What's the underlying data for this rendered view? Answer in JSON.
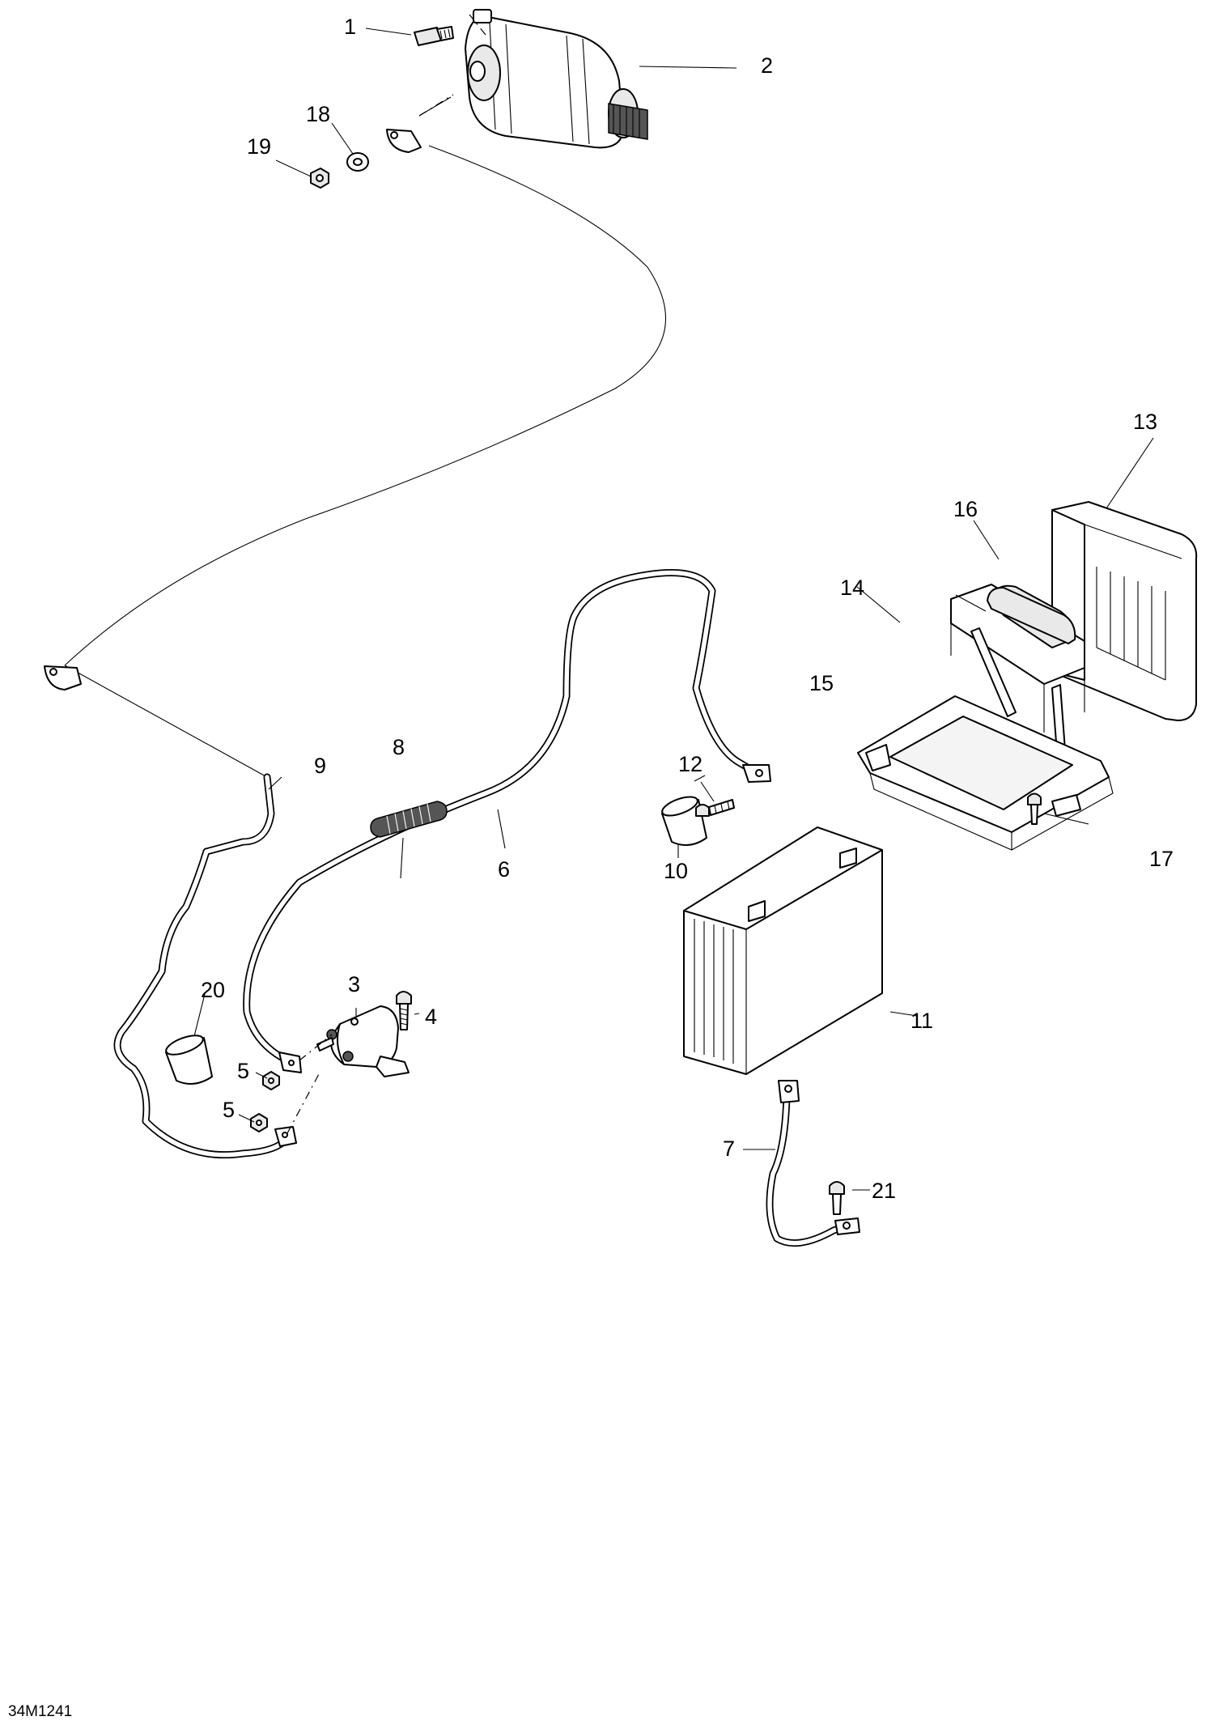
{
  "figure": {
    "reference_code": "34M1241"
  },
  "callouts": [
    {
      "id": "1",
      "label": "1"
    },
    {
      "id": "2",
      "label": "2"
    },
    {
      "id": "3",
      "label": "3"
    },
    {
      "id": "4",
      "label": "4"
    },
    {
      "id": "5a",
      "label": "5"
    },
    {
      "id": "5b",
      "label": "5"
    },
    {
      "id": "6",
      "label": "6"
    },
    {
      "id": "7",
      "label": "7"
    },
    {
      "id": "8",
      "label": "8"
    },
    {
      "id": "9",
      "label": "9"
    },
    {
      "id": "10",
      "label": "10"
    },
    {
      "id": "11",
      "label": "11"
    },
    {
      "id": "12",
      "label": "12"
    },
    {
      "id": "13",
      "label": "13"
    },
    {
      "id": "14",
      "label": "14"
    },
    {
      "id": "15",
      "label": "15"
    },
    {
      "id": "16",
      "label": "16"
    },
    {
      "id": "17",
      "label": "17"
    },
    {
      "id": "18",
      "label": "18"
    },
    {
      "id": "19",
      "label": "19"
    },
    {
      "id": "20",
      "label": "20"
    },
    {
      "id": "21",
      "label": "21"
    }
  ]
}
